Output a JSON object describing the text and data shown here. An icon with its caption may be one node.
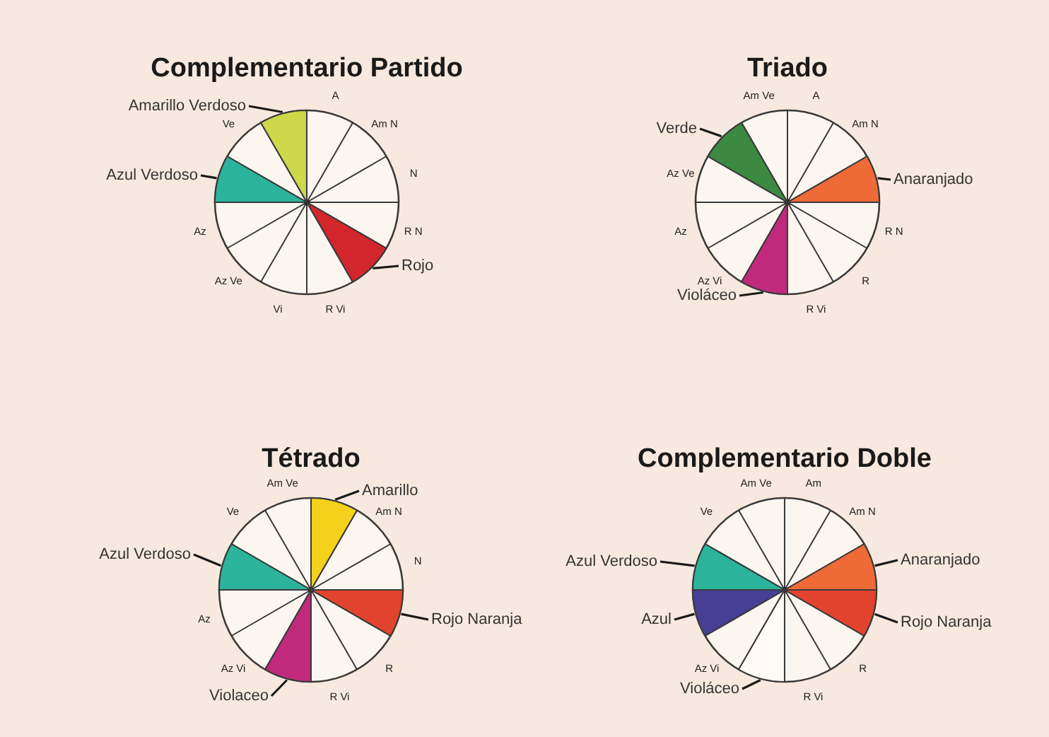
{
  "diagram": {
    "nodes": [
      {
        "text": [
          "Complementario Partido"
        ]
      },
      {
        "text": [],
        "shape": "wedge",
        "in": 0
      },
      {
        "text": [],
        "shape": "wedge",
        "in": 0
      },
      {
        "text": [],
        "shape": "wedge",
        "in": 0
      },
      {
        "text": [
          "Amarillo Verdoso"
        ]
      },
      {
        "text": [
          "Azul Verdoso"
        ]
      },
      {
        "text": [
          "Rojo"
        ]
      },
      {
        "text": [
          "Triado"
        ]
      },
      {
        "text": [],
        "shape": "wedge",
        "in": 7
      },
      {
        "text": [],
        "shape": "wedge",
        "in": 7
      },
      {
        "text": [],
        "shape": "wedge",
        "in": 7
      },
      {
        "text": [
          "Verde"
        ]
      },
      {
        "text": [
          "Anaranjado"
        ]
      },
      {
        "text": [
          "Violáceo"
        ]
      },
      {
        "text": [
          "Tétrado"
        ]
      },
      {
        "text": [],
        "shape": "wedge",
        "in": 14
      },
      {
        "text": [],
        "shape": "wedge",
        "in": 14
      },
      {
        "text": [],
        "shape": "wedge",
        "in": 14
      },
      {
        "text": [],
        "shape": "wedge",
        "in": 14
      },
      {
        "text": [
          "Amarillo"
        ]
      },
      {
        "text": [
          "Azul Verdoso"
        ]
      },
      {
        "text": [
          "Rojo Naranja"
        ]
      },
      {
        "text": [
          "Violaceo"
        ]
      },
      {
        "text": [
          "Complementario Doble"
        ]
      },
      {
        "text": [],
        "shape": "wedge",
        "in": 23
      },
      {
        "text": [],
        "shape": "wedge",
        "in": 23
      },
      {
        "text": [],
        "shape": "wedge",
        "in": 23
      },
      {
        "text": [],
        "shape": "wedge",
        "in": 23
      },
      {
        "text": [],
        "shape": "wedge",
        "in": 23
      },
      {
        "text": [
          "Azul Verdoso"
        ]
      },
      {
        "text": [
          "Anaranjado"
        ]
      },
      {
        "text": [
          "Azul"
        ]
      },
      {
        "text": [
          "Rojo Naranja"
        ]
      },
      {
        "text": [
          "Violáceo"
        ]
      }
    ],
    "edges": [
      {
        "from": 4,
        "to": 1,
        "arrow": "none"
      },
      {
        "from": 5,
        "to": 2,
        "arrow": "none"
      },
      {
        "from": 6,
        "to": 3,
        "arrow": "none"
      },
      {
        "from": 11,
        "to": 8,
        "arrow": "none"
      },
      {
        "from": 12,
        "to": 9,
        "arrow": "none"
      },
      {
        "from": 13,
        "to": 10,
        "arrow": "none"
      },
      {
        "from": 19,
        "to": 15,
        "arrow": "none"
      },
      {
        "from": 20,
        "to": 16,
        "arrow": "none"
      },
      {
        "from": 21,
        "to": 17,
        "arrow": "none"
      },
      {
        "from": 22,
        "to": 18,
        "arrow": "none"
      },
      {
        "from": 29,
        "to": 24,
        "arrow": "none"
      },
      {
        "from": 30,
        "to": 25,
        "arrow": "none"
      },
      {
        "from": 31,
        "to": 26,
        "arrow": "none"
      },
      {
        "from": 32,
        "to": 27,
        "arrow": "none"
      },
      {
        "from": 33,
        "to": 28,
        "arrow": "none"
      }
    ],
    "labels": [
      "A",
      "Am N",
      "N",
      "R N",
      "R Vi",
      "Vi",
      "Az Ve",
      "Az",
      "Ve",
      "Am Ve",
      "A",
      "Am N",
      "R N",
      "R",
      "R Vi",
      "Az Vi",
      "Az",
      "Az Ve",
      "Am Ve",
      "Am N",
      "N",
      "R",
      "R Vi",
      "Az Vi",
      "Az",
      "Ve",
      "Am Ve",
      "Am",
      "Am N",
      "R",
      "R Vi",
      "Az Vi",
      "Ve"
    ]
  }
}
